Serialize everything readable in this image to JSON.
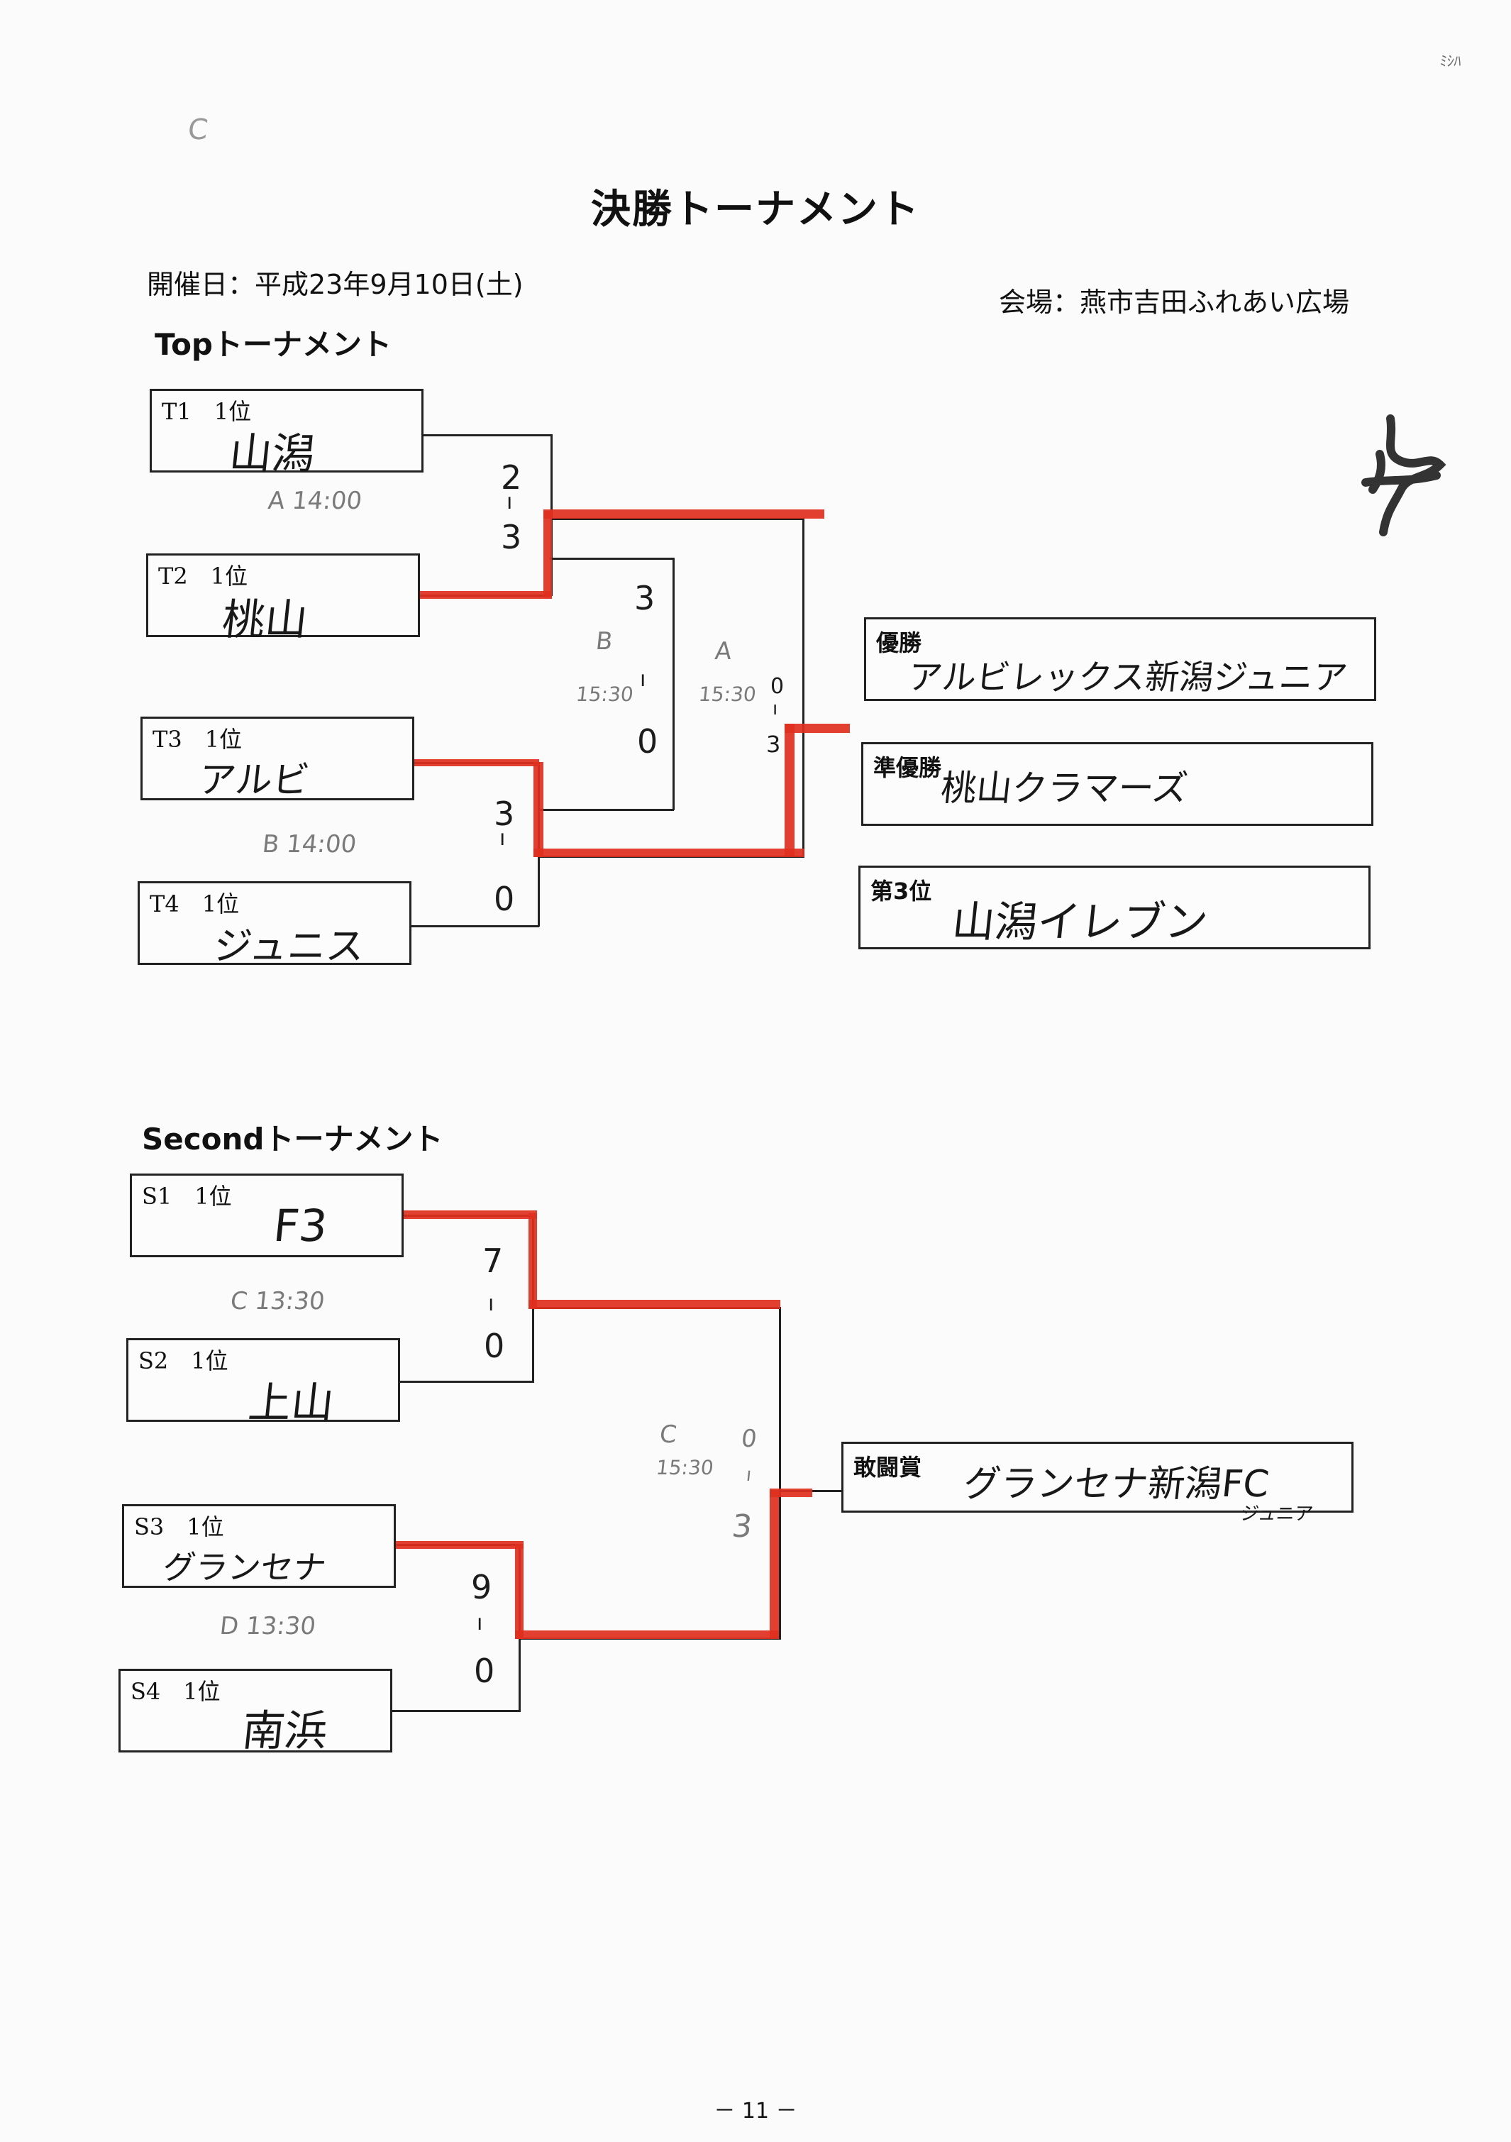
{
  "header": {
    "title": "決勝トーナメント",
    "date": "開催日：平成23年9月10日(土)",
    "venue": "会場：燕市吉田ふれあい広場"
  },
  "margin_marks": {
    "top_left": "C",
    "top_right": "ﾐｼﾊ",
    "right": "多"
  },
  "top": {
    "heading": "Topトーナメント",
    "teams": [
      {
        "seed": "T1　1位",
        "name": "山潟"
      },
      {
        "seed": "T2　1位",
        "name": "桃山"
      },
      {
        "seed": "T3　1位",
        "name": "アルビ"
      },
      {
        "seed": "T4　1位",
        "name": "ジュニス"
      }
    ],
    "match_notes": [
      {
        "court": "A 14:00",
        "score_top": "2",
        "score_bottom": "3"
      },
      {
        "court": "B 14:00",
        "score_top": "3",
        "score_bottom": "0"
      }
    ],
    "final_b": {
      "label": "B",
      "time": "15:30",
      "score_top": "3",
      "score_bottom": "0"
    },
    "final_a": {
      "label": "A",
      "time": "15:30",
      "score_top": "0",
      "score_bottom": "3"
    },
    "results": [
      {
        "label": "優勝",
        "value": "アルビレックス新潟ジュニア"
      },
      {
        "label": "準優勝",
        "value": "桃山クラマーズ"
      },
      {
        "label": "第3位",
        "value": "山潟イレブン"
      }
    ]
  },
  "second": {
    "heading": "Secondトーナメント",
    "teams": [
      {
        "seed": "S1　1位",
        "name": "F3"
      },
      {
        "seed": "S2　1位",
        "name": "上山"
      },
      {
        "seed": "S3　1位",
        "name": "グランセナ"
      },
      {
        "seed": "S4　1位",
        "name": "南浜"
      }
    ],
    "match_notes": [
      {
        "court": "C 13:30",
        "score_top": "7",
        "score_bottom": "0"
      },
      {
        "court": "D 13:30",
        "score_top": "9",
        "score_bottom": "0"
      }
    ],
    "final": {
      "label": "C",
      "time": "15:30",
      "score_top": "0",
      "score_bottom": "3"
    },
    "results": [
      {
        "label": "敢闘賞",
        "value": "グランセナ新潟FC",
        "sub": "ジュニア"
      }
    ]
  },
  "footer": {
    "page": "－ 11 －"
  },
  "colors": {
    "winner_path": "#e02f1e",
    "ink": "#222222"
  }
}
